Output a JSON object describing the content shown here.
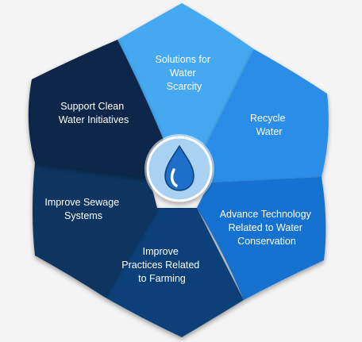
{
  "diagram": {
    "segments": [
      {
        "id": "solutions",
        "lines": [
          "Solutions for",
          "Water",
          "Scarcity"
        ],
        "color": "#45a9f2"
      },
      {
        "id": "recycle",
        "lines": [
          "Recycle",
          "Water"
        ],
        "color": "#2b8ee8"
      },
      {
        "id": "advance-tech",
        "lines": [
          "Advance Technology",
          "Related to Water",
          "Conservation"
        ],
        "color": "#1672d0"
      },
      {
        "id": "farming",
        "lines": [
          "Improve",
          "Practices Related",
          "to Farming"
        ],
        "color": "#0d3f78"
      },
      {
        "id": "sewage",
        "lines": [
          "Improve Sewage",
          "Systems"
        ],
        "color": "#0b355f"
      },
      {
        "id": "clean-water",
        "lines": [
          "Support Clean",
          "Water Initiatives"
        ],
        "color": "#0a2748"
      }
    ],
    "center": {
      "icon": "water-drop-icon",
      "circle_color": "#a9d2f2",
      "drop_color": "#1e6fc9"
    }
  }
}
